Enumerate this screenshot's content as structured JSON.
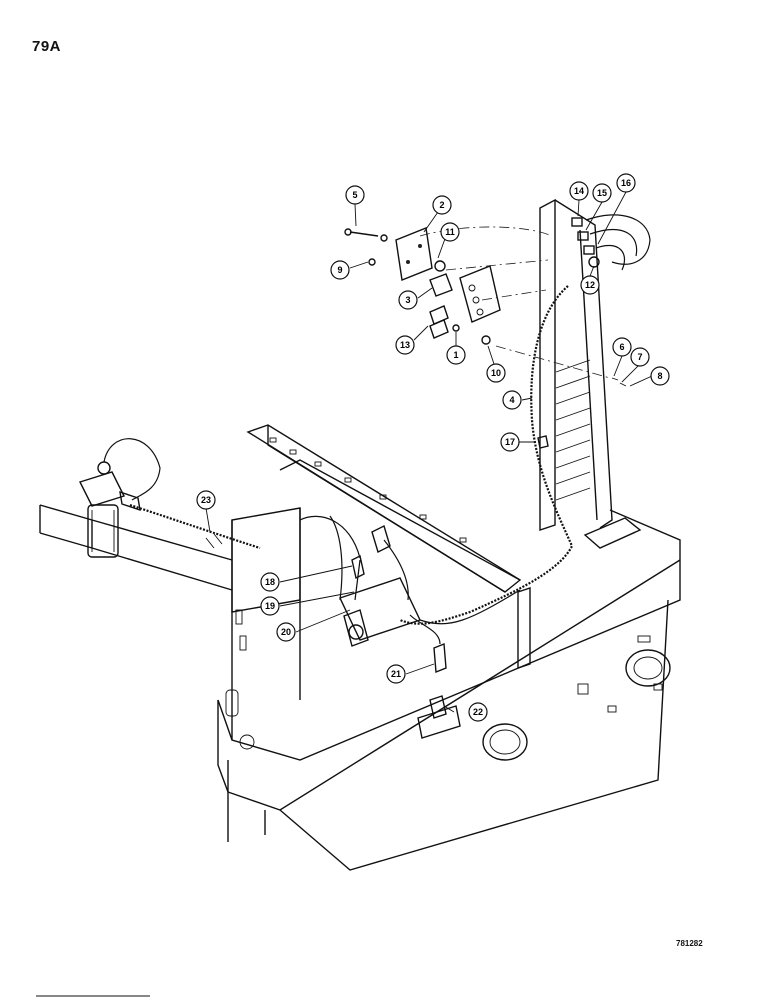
{
  "page": {
    "number": "79A",
    "drawing_code": "781282"
  },
  "callouts": [
    {
      "id": "5",
      "label": "5"
    },
    {
      "id": "2",
      "label": "2"
    },
    {
      "id": "11",
      "label": "11"
    },
    {
      "id": "9",
      "label": "9"
    },
    {
      "id": "3",
      "label": "3"
    },
    {
      "id": "13",
      "label": "13"
    },
    {
      "id": "1",
      "label": "1"
    },
    {
      "id": "10",
      "label": "10"
    },
    {
      "id": "14",
      "label": "14"
    },
    {
      "id": "15",
      "label": "15"
    },
    {
      "id": "16",
      "label": "16"
    },
    {
      "id": "12",
      "label": "12"
    },
    {
      "id": "6",
      "label": "6"
    },
    {
      "id": "7",
      "label": "7"
    },
    {
      "id": "8",
      "label": "8"
    },
    {
      "id": "4",
      "label": "4"
    },
    {
      "id": "17",
      "label": "17"
    },
    {
      "id": "23",
      "label": "23"
    },
    {
      "id": "18",
      "label": "18"
    },
    {
      "id": "19",
      "label": "19"
    },
    {
      "id": "20",
      "label": "20"
    },
    {
      "id": "21",
      "label": "21"
    },
    {
      "id": "22",
      "label": "22"
    }
  ]
}
